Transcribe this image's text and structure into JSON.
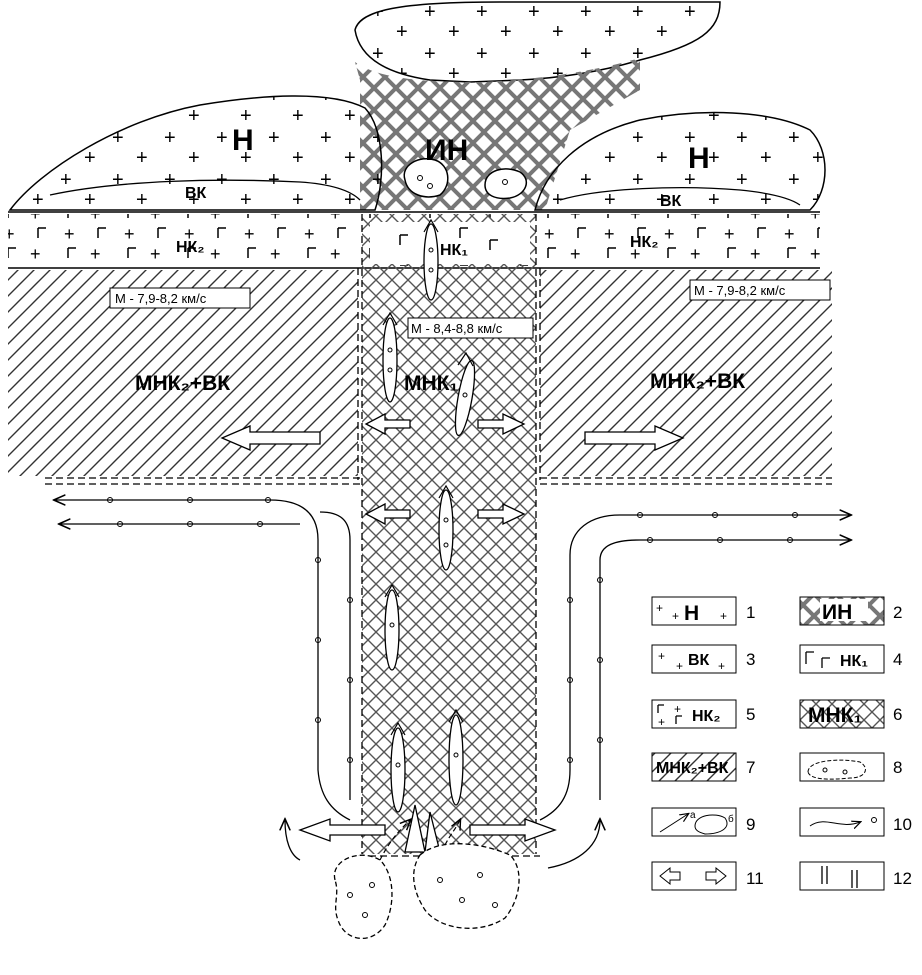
{
  "labels": {
    "N_left": "Н",
    "N_right": "Н",
    "IN": "ИН",
    "VK_left": "ВК",
    "VK_right": "ВК",
    "NK2_left": "НК₂",
    "NK1": "НК₁",
    "NK2_right": "НК₂",
    "speed_left": "М - 7,9-8,2 км/с",
    "speed_center": "М - 8,4-8,8 км/с",
    "speed_right": "М - 7,9-8,2 км/с",
    "M_left": "МНК₂+ВК",
    "M_center": "МНК₁",
    "M_right": "МНК₂+ВК"
  },
  "legend": [
    {
      "num": "1",
      "text": "Н"
    },
    {
      "num": "2",
      "text": "ИН"
    },
    {
      "num": "3",
      "text": "ВК"
    },
    {
      "num": "4",
      "text": "НК₁"
    },
    {
      "num": "5",
      "text": "НК₂"
    },
    {
      "num": "6",
      "text": "МНК₁"
    },
    {
      "num": "7",
      "text": "МНК₂+ВК"
    },
    {
      "num": "8",
      "text": ""
    },
    {
      "num": "9",
      "text": "",
      "sub_a": "а",
      "sub_b": "б"
    },
    {
      "num": "10",
      "text": ""
    },
    {
      "num": "11",
      "text": ""
    },
    {
      "num": "12",
      "text": ""
    }
  ]
}
